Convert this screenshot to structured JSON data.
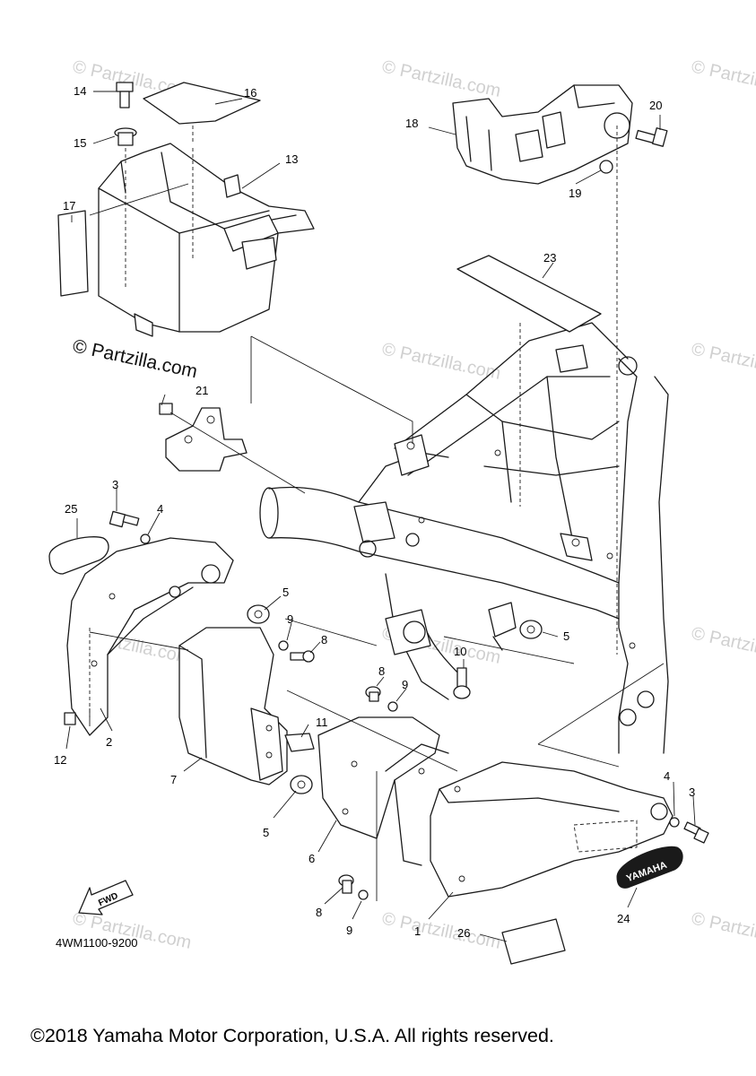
{
  "watermark": {
    "text": "© Partzilla.com",
    "prominent_text": "© Partzilla.com"
  },
  "diagram_code": "4WM1100-9200",
  "copyright": "©2018 Yamaha Motor Corporation, U.S.A. All rights reserved.",
  "emblem_text": "YAMAHA",
  "fwd_marker": "FWD",
  "callouts": {
    "c1": "1",
    "c2": "2",
    "c3a": "3",
    "c3b": "3",
    "c4a": "4",
    "c4b": "4",
    "c5a": "5",
    "c5b": "5",
    "c5c": "5",
    "c6": "6",
    "c7": "7",
    "c8a": "8",
    "c8b": "8",
    "c8c": "8",
    "c9a": "9",
    "c9b": "9",
    "c9c": "9",
    "c10": "10",
    "c11": "11",
    "c12": "12",
    "c13": "13",
    "c14": "14",
    "c15": "15",
    "c16": "16",
    "c17": "17",
    "c18": "18",
    "c19": "19",
    "c20": "20",
    "c21": "21",
    "c23": "23",
    "c24": "24",
    "c25": "25",
    "c26": "26"
  },
  "colors": {
    "line": "#1a1a1a",
    "watermark": "#d0d0d0",
    "background": "#ffffff"
  }
}
